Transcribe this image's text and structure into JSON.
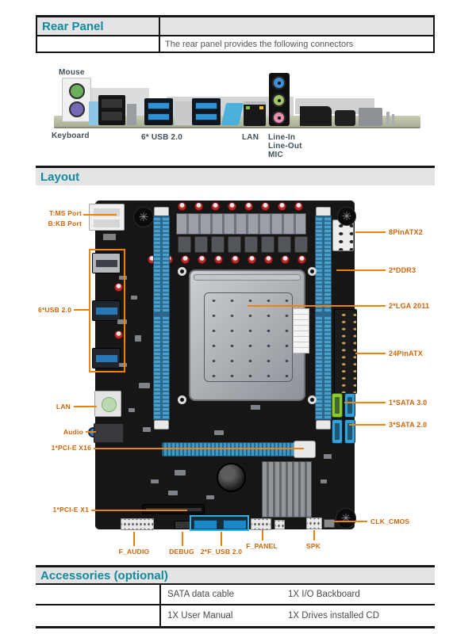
{
  "theme": {
    "accent_teal": "#1389a0",
    "bar_bg": "#e4e4e4",
    "callout_orange": "#cf6508",
    "line_orange": "#f0820a",
    "label_slate": "#41505c"
  },
  "rear_panel_section": {
    "title": "Rear Panel",
    "description": "The rear panel provides the following connectors",
    "figure_labels": {
      "mouse": "Mouse",
      "keyboard": "Keyboard",
      "usb": "6* USB 2.0",
      "lan": "LAN",
      "line_in": "Line-In",
      "line_out": "Line-Out",
      "mic": "MIC"
    }
  },
  "layout_section": {
    "title": "Layout",
    "callouts": {
      "ms_port": "T:MS Port",
      "kb_port": "B:KB Port",
      "usb": "6*USB 2.0",
      "lan": "LAN",
      "audio": "Audio",
      "pcie_x16": "1*PCI-E X16",
      "pcie_x1": "1*PCI-E X1",
      "f_audio": "F_AUDIO",
      "debug": "DEBUG",
      "f_usb": "2*F_USB 2.0",
      "f_panel": "F_PANEL",
      "spk": "SPK",
      "clk_cmos": "CLK_CMOS",
      "atx8": "8PinATX2",
      "ddr3": "2*DDR3",
      "lga": "2*LGA 2011",
      "atx24": "24PinATX",
      "sata3": "1*SATA 3.0",
      "sata2": "3*SATA 2.0"
    }
  },
  "accessories_section": {
    "title": "Accessories (optional)",
    "rows": [
      {
        "c1": "SATA data cable",
        "c2": "1X I/O Backboard"
      },
      {
        "c1": "1X User Manual",
        "c2": "1X Drives installed CD"
      }
    ]
  }
}
